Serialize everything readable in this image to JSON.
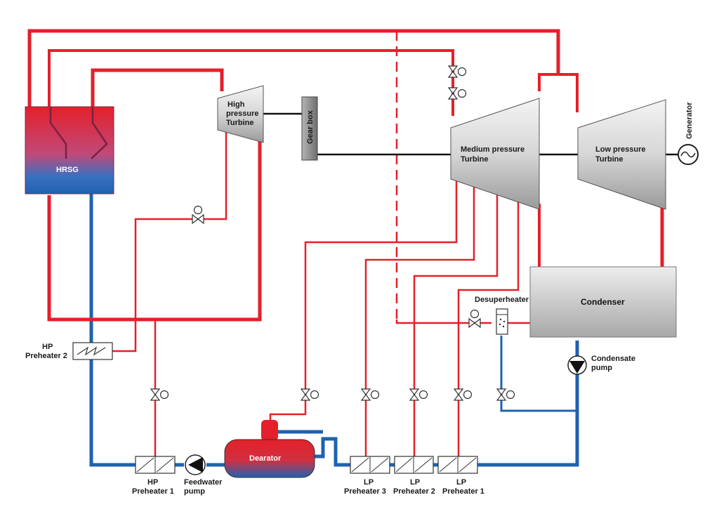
{
  "labels": {
    "hrsg": "HRSG",
    "hp_turbine": [
      "High",
      "pressure",
      "Turbine"
    ],
    "gear_box": "Gear box",
    "mp_turbine": [
      "Medium pressure",
      "Turbine"
    ],
    "lp_turbine": [
      "Low pressure",
      "Turbine"
    ],
    "generator": "Generator",
    "condenser": "Condenser",
    "desuperheater": "Desuperheater",
    "condensate_pump": [
      "Condensate",
      "pump"
    ],
    "hp_preheater_2": [
      "HP",
      "Preheater 2"
    ],
    "hp_preheater_1": [
      "HP",
      "Preheater 1"
    ],
    "feedwater_pump": [
      "Feedwater",
      "pump"
    ],
    "deaerator": "Dearator",
    "lp_preheater_3": [
      "LP",
      "Preheater 3"
    ],
    "lp_preheater_2": [
      "LP",
      "Preheater 2"
    ],
    "lp_preheater_1": [
      "LP",
      "Preheater 1"
    ]
  },
  "colors": {
    "steam": "#e4202a",
    "water": "#1f62b0",
    "turbine_fill": "#d9d9d9",
    "condenser_fill": "#cfcfcf",
    "gearbox_fill": "#8a8a8a"
  }
}
